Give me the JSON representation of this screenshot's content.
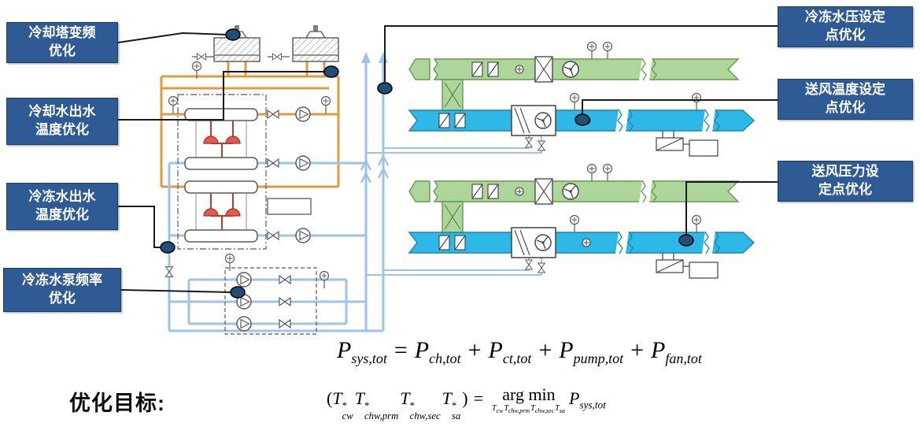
{
  "callouts": {
    "left": [
      {
        "line1": "冷却塔变频",
        "line2": "优化"
      },
      {
        "line1": "冷却水出水",
        "line2": "温度优化"
      },
      {
        "line1": "冷冻水出水",
        "line2": "温度优化"
      },
      {
        "line1": "冷冻水泵频率",
        "line2": "优化"
      }
    ],
    "right": [
      {
        "line1": "冷冻水压设定",
        "line2": "点优化"
      },
      {
        "line1": "送风温度设定",
        "line2": "点优化"
      },
      {
        "line1": "送风压力设",
        "line2": "定点优化"
      }
    ]
  },
  "objective": {
    "label": "优化目标:"
  },
  "equations": {
    "eq1": {
      "t0": {
        "base": "P",
        "sub": "sys,tot"
      },
      "op1": "=",
      "t1": {
        "base": "P",
        "sub": "ch,tot"
      },
      "op2": "+",
      "t2": {
        "base": "P",
        "sub": "ct,tot"
      },
      "op3": "+",
      "t3": {
        "base": "P",
        "sub": "pump,tot"
      },
      "op4": "+",
      "t4": {
        "base": "P",
        "sub": "fan,tot"
      }
    },
    "eq2": {
      "lparen": "(",
      "v0": {
        "base": "T",
        "sup": "*",
        "sub": "cw"
      },
      "v1": {
        "base": "T",
        "sup": "*",
        "sub": "chw,prm"
      },
      "v2": {
        "base": "T",
        "sup": "*",
        "sub": "chw,sec"
      },
      "v3": {
        "base": "T",
        "sup": "*",
        "sub": "sa"
      },
      "rparen": ")",
      "equals": "=",
      "argmin": "arg min",
      "under": {
        "u0": {
          "base": "T",
          "sub": "cw"
        },
        "u1": {
          "base": "T",
          "sub": "chw,prm"
        },
        "u2": {
          "base": "T",
          "sub": "chw,sec"
        },
        "u3": {
          "base": "T",
          "sub": "sa"
        }
      },
      "result": {
        "base": "P",
        "sub": "sys,tot"
      }
    }
  },
  "markers": [
    "node-cooling-tower-fan",
    "node-condenser-water-outlet",
    "node-chilled-water-outlet",
    "node-secondary-pump",
    "node-chilled-water-pressure",
    "node-supply-air-temperature",
    "node-supply-air-pressure"
  ],
  "colors": {
    "callout_bg": "#2f5b94",
    "node_fill": "#1f4e79",
    "pipe_condenser_water": "#e19a3c",
    "pipe_chilled_water": "#9dc3e6",
    "duct_return_air": "#aed69b",
    "duct_supply_air": "#2eb8e8",
    "chiller_compressor": "#e05a4e"
  }
}
